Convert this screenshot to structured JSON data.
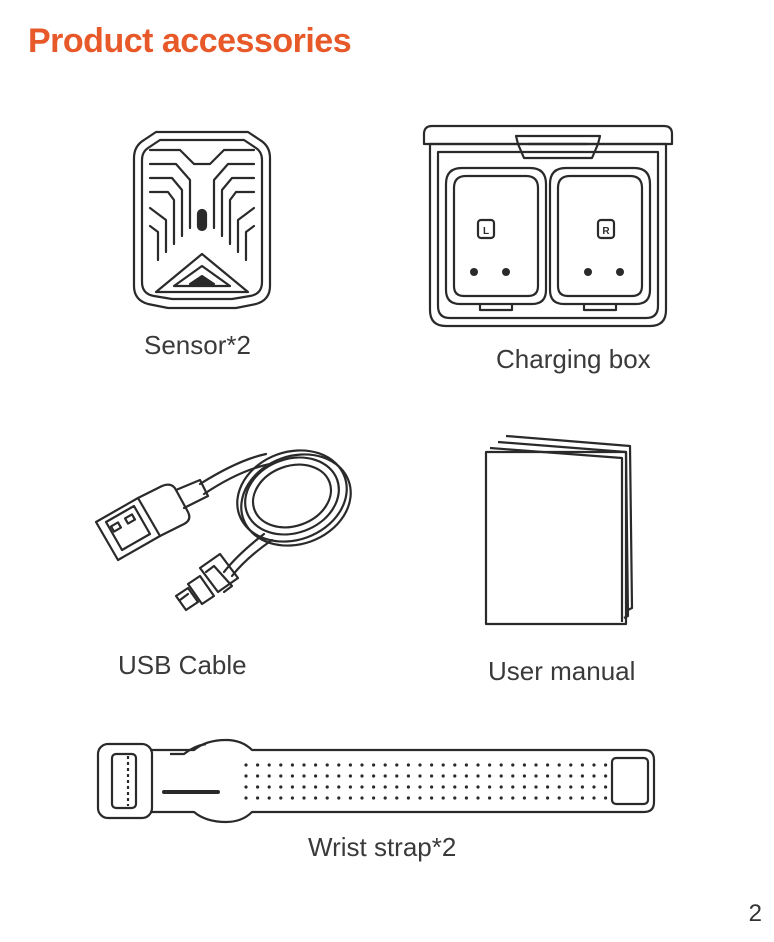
{
  "page": {
    "title": "Product accessories",
    "page_number": "2",
    "accent_color": "#e8592a"
  },
  "items": [
    {
      "label": "Sensor*2",
      "icon": "sensor-icon"
    },
    {
      "label": "Charging box",
      "icon": "charging-box-icon"
    },
    {
      "label": "USB Cable",
      "icon": "usb-cable-icon"
    },
    {
      "label": "User manual",
      "icon": "user-manual-icon"
    },
    {
      "label": "Wrist strap*2",
      "icon": "wrist-strap-icon"
    }
  ],
  "charging_box": {
    "left_slot_label": "L",
    "right_slot_label": "R"
  }
}
